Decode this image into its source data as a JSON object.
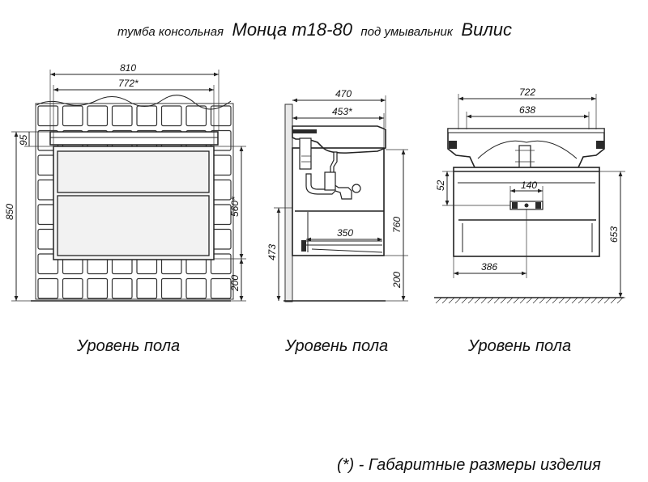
{
  "title": {
    "prefix": "тумба консольная",
    "model": "Монца т18-80",
    "middle": "под умывальник",
    "basin": "Вилис"
  },
  "front_view": {
    "width_overall": "810",
    "width_body": "772*",
    "top_offset": "95",
    "height_overall": "850",
    "height_body": "560*",
    "height_floor": "200",
    "floor_label": "Уровень пола"
  },
  "side_view": {
    "depth_overall": "470",
    "depth_body": "453*",
    "drawer_depth": "350",
    "height_drawer": "473",
    "height_total": "760",
    "height_floor": "200",
    "floor_label": "Уровень пола"
  },
  "back_view": {
    "width_overall": "722",
    "width_inner": "638",
    "mount_width": "140",
    "mount_offset": "52",
    "offset_386": "386",
    "height_653": "653",
    "floor_label": "Уровень пола"
  },
  "footnote": "(*) - Габаритные размеры изделия",
  "colors": {
    "line": "#222222",
    "tile": "#ffffff",
    "body": "#f7f7f7"
  }
}
